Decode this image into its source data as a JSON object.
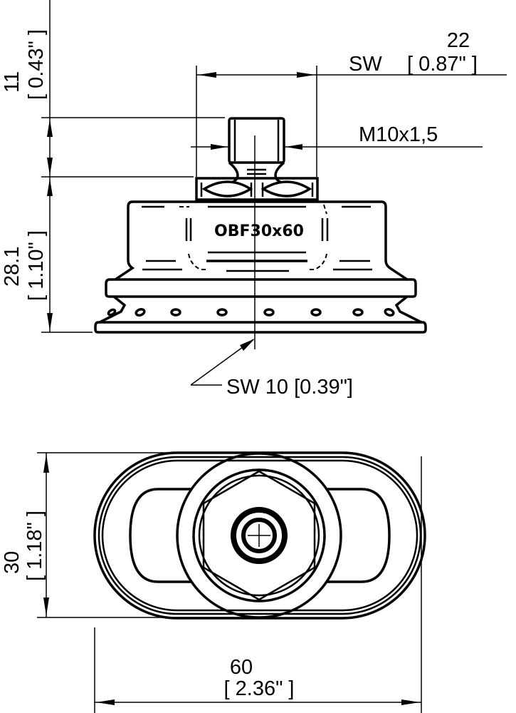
{
  "drawing": {
    "part_label": "OBF30x60",
    "colors": {
      "line": "#000000",
      "background": "#ffffff"
    },
    "side_view": {
      "height_top": {
        "mm": "11",
        "inch": "[ 0.43\" ]"
      },
      "height_body": {
        "mm": "28.1",
        "inch": "[ 1.10\" ]"
      },
      "wrench_size_top": {
        "prefix": "SW",
        "mm": "22",
        "inch": "[ 0.87\" ]"
      },
      "thread": {
        "label": "M10x1,5"
      },
      "wrench_size_bottom": {
        "label": "SW 10 [0.39\"]"
      }
    },
    "top_view": {
      "width": {
        "mm": "30",
        "inch": "[ 1.18\" ]"
      },
      "length": {
        "mm": "60",
        "inch": "[ 2.36\" ]"
      }
    }
  }
}
